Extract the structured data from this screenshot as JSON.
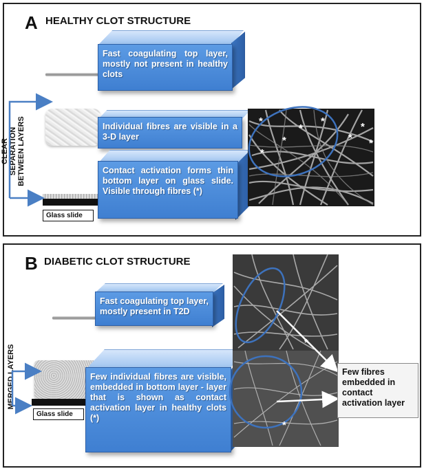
{
  "panel_a": {
    "letter": "A",
    "title": "HEALTHY CLOT STRUCTURE",
    "box_top": "Fast coagulating top layer, mostly not present in healthy clots",
    "box_middle": "Individual fibres are visible in a 3-D layer",
    "box_bottom": "Contact activation forms thin bottom layer on glass slide. Visible through fibres (*)",
    "side_label_lines": [
      "CLEAR",
      "SEPARATION",
      "BETWEEN LAYERS"
    ],
    "glass_label": "Glass slide",
    "asterisks": [
      "*",
      "*",
      "*",
      "*",
      "*",
      "*",
      "*",
      "*"
    ]
  },
  "panel_b": {
    "letter": "B",
    "title": "DIABETIC CLOT STRUCTURE",
    "box_top": "Fast coagulating top layer, mostly present in T2D",
    "box_bottom": "Few individual fibres are visible, embedded in bottom layer - layer that is shown as contact activation layer in healthy clots (*)",
    "side_label": "MERGED LAYERS",
    "glass_label": "Glass slide",
    "callout": "Few fibres embedded in contact activation layer",
    "asterisks": [
      "*",
      "*",
      "*"
    ]
  },
  "colors": {
    "box_blue": "#4a8ad9",
    "arrow_blue": "#4a7fc4",
    "ellipse_blue": "#3d72bd"
  }
}
